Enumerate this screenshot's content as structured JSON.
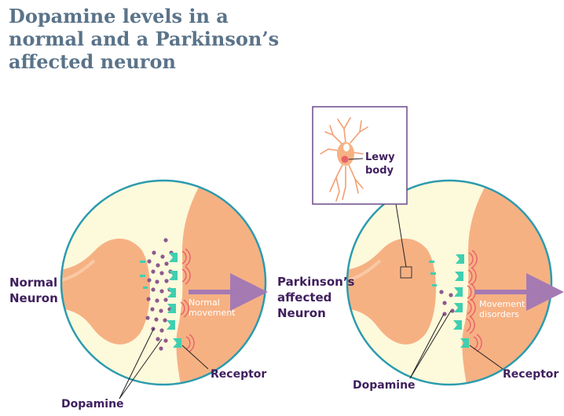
{
  "title": {
    "line1": "Dopamine levels in a",
    "line2": "normal and a Parkinson’s",
    "line3": "affected neuron"
  },
  "normal": {
    "label_line1": "Normal",
    "label_line2": "Neuron",
    "arrow_line1": "Normal",
    "arrow_line2": "movement",
    "receptor": "Receptor",
    "dopamine": "Dopamine"
  },
  "parkinsons": {
    "label_line1": "Parkinson’s",
    "label_line2": "affected",
    "label_line3": "Neuron",
    "arrow_line1": "Movement",
    "arrow_line2": "disorders",
    "receptor": "Receptor",
    "dopamine": "Dopamine",
    "inset_line1": "Lewy",
    "inset_line2": "body"
  },
  "colors": {
    "title": "#5a7389",
    "label": "#3f1f5e",
    "circle_border": "#2c9bae",
    "circle_fill": "#fdf9db",
    "neuron": "#f6b183",
    "dopamine": "#8b5a8e",
    "receptor": "#3fcfb0",
    "receptor_ring": "#e8606a",
    "arrow": "#a57ab3"
  }
}
